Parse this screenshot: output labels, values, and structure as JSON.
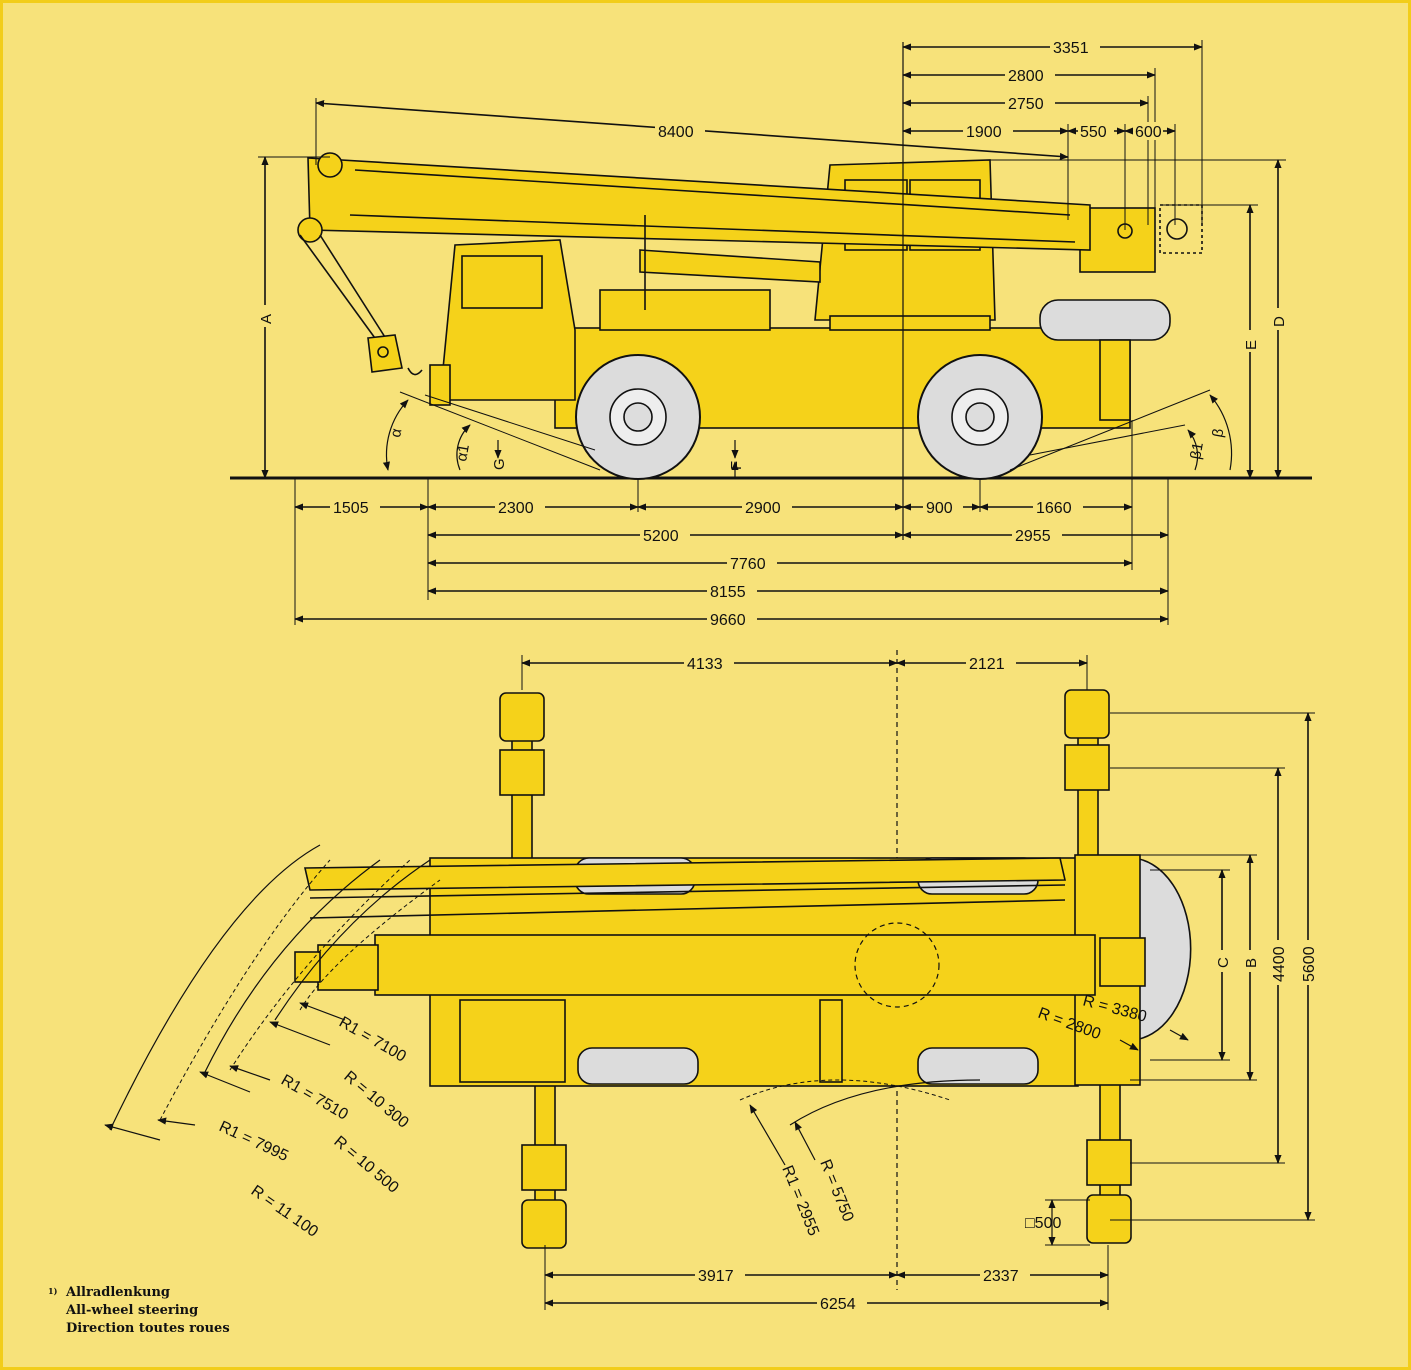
{
  "colors": {
    "background": "#f7e27a",
    "border": "#f2cd1a",
    "crane_yellow": "#f5d21a",
    "tire": "#dcdcdc",
    "ink": "#111111"
  },
  "side_view": {
    "dimensions": {
      "d3351": "3351",
      "d2800": "2800",
      "d2750": "2750",
      "d1900": "1900",
      "d550": "550",
      "d600": "600",
      "d8400": "8400",
      "d1505": "1505",
      "d2300": "2300",
      "d2900": "2900",
      "d900": "900",
      "d1660": "1660",
      "d5200": "5200",
      "d2955": "2955",
      "d7760": "7760",
      "d8155": "8155",
      "d9660": "9660"
    },
    "labels": {
      "A": "A",
      "D": "D",
      "E": "E",
      "F": "F",
      "G": "G",
      "alpha": "α",
      "alpha1": "α1",
      "beta": "β",
      "beta1": "β1"
    }
  },
  "top_view": {
    "dimensions": {
      "d4133": "4133",
      "d2121": "2121",
      "d3917": "3917",
      "d2337": "2337",
      "d6254": "6254",
      "d5600": "5600",
      "d4400": "4400",
      "d500": "□500"
    },
    "labels": {
      "B": "B",
      "C": "C"
    },
    "radii": {
      "r1_7100": "R1 = 7100",
      "r_10300": "R = 10 300",
      "r1_7510": "R1 = 7510",
      "r_10500": "R = 10 500",
      "r1_7995": "R1 = 7995",
      "r_11100": "R = 11 100",
      "r_3380": "R = 3380",
      "r_2800": "R = 2800",
      "r1_2955": "R1 = 2955",
      "r_5750": "R = 5750"
    }
  },
  "footnote": {
    "marker": "1)",
    "de": "Allradlenkung",
    "en": "All-wheel steering",
    "fr": "Direction toutes roues"
  }
}
